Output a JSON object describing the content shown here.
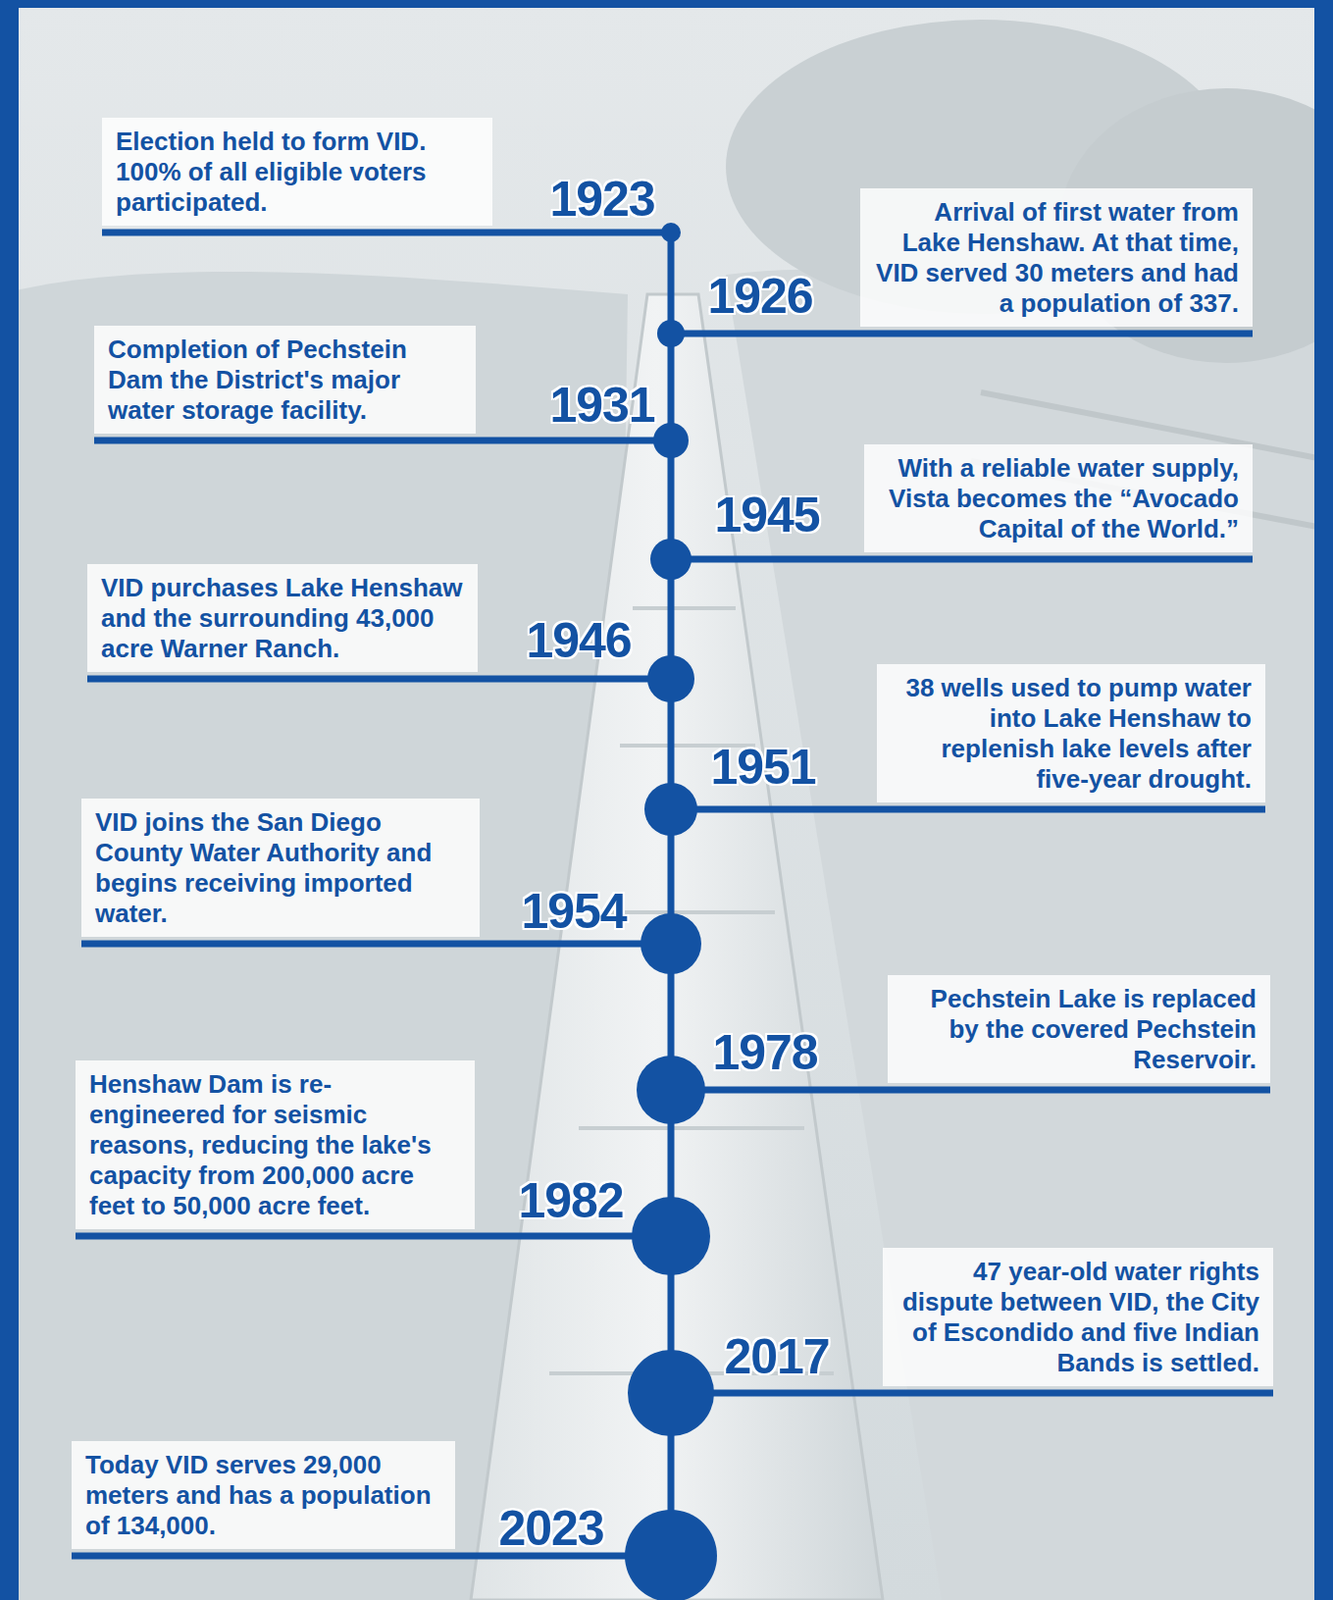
{
  "diagram": {
    "nodes": [
      {
        "text": [
          "Election held to form VID. 100% of all eligible voters participated."
        ]
      },
      {
        "text": [
          "Arrival of first water from Lake Henshaw. At that time, VID served 30 meters and had a population of 337."
        ]
      },
      {
        "text": [
          "Completion of Pechstein Dam the District's major water storage facility."
        ]
      },
      {
        "text": [
          "With a reliable water supply, Vista becomes the “Avocado Capital of the World.”"
        ]
      },
      {
        "text": [
          "VID purchases Lake Henshaw and the surrounding 43,000 acre Warner Ranch."
        ]
      },
      {
        "text": [
          "38 wells used to pump water into Lake Henshaw to replenish lake levels after five-year drought."
        ]
      },
      {
        "text": [
          "VID joins the San Diego County Water Authority and begins receiving imported water."
        ]
      },
      {
        "text": [
          "Pechstein Lake is replaced by the covered Pechstein Reservoir."
        ]
      },
      {
        "text": [
          "Henshaw Dam is re-engineered for seismic reasons, reducing the lake's capacity from 200,000 acre feet to 50,000 acre feet."
        ]
      },
      {
        "text": [
          "47 year-old water rights dispute between VID, the City of Escondido and five Indian Bands is settled."
        ]
      },
      {
        "text": [
          "Today VID serves 29,000 meters and has a population of 134,000."
        ]
      }
    ],
    "labels": [
      "1923",
      "1926",
      "1931",
      "1945",
      "1946",
      "1951",
      "1954",
      "1978",
      "1982",
      "2017",
      "2023"
    ]
  }
}
